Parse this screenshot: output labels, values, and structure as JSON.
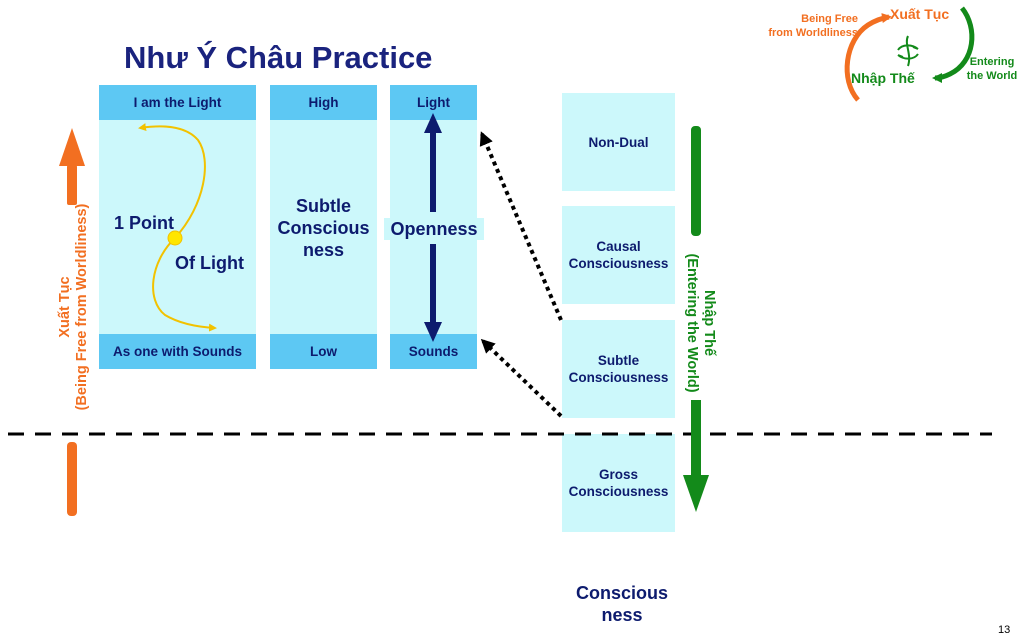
{
  "title": "Như Ý Châu Practice",
  "columns": {
    "c1": {
      "top": "I am the Light",
      "bottom": "As one with Sounds",
      "point_label": "1 Point",
      "light_label": "Of Light"
    },
    "c2": {
      "top": "High",
      "middle": "Subtle\nConscious\nness",
      "bottom": "Low"
    },
    "c3": {
      "top": "Light",
      "middle": "Openness",
      "bottom": "Sounds"
    }
  },
  "consciousness_levels": [
    "Non-Dual",
    "Causal\nConsciousness",
    "Subtle\nConsciousness",
    "Gross\nConsciousness"
  ],
  "consciousness_caption": "Conscious\nness",
  "left_vertical_label": "Xuất Tục\n(Being Free from Worldliness)",
  "right_vertical_label": "Nhập Thế\n(Entering the World)",
  "corner": {
    "xuat_tuc": "Xuất Tục",
    "being_free": "Being Free\nfrom Worldliness",
    "nhap_the": "Nhập Thế",
    "entering": "Entering\nthe World"
  },
  "page_number": "13",
  "colors": {
    "orange": "#f26f21",
    "green": "#138a1a",
    "navy": "#0d1b6e",
    "light_cyan": "#ccf8fb",
    "header_blue": "#5dc8f3",
    "yellow": "#ffe600"
  }
}
